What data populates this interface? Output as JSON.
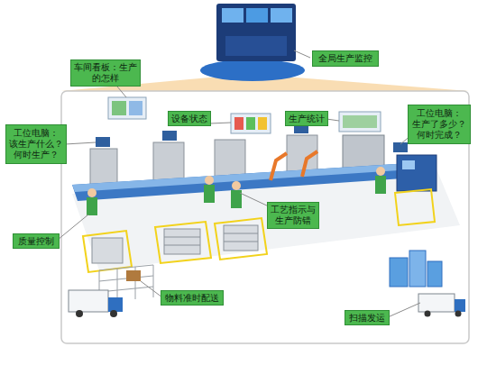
{
  "diagram": {
    "nodes": [
      {
        "text": [
          "全局生产监控"
        ]
      },
      {
        "text": [
          "车间看板：生产 的怎样"
        ]
      },
      {
        "text": [
          "设备状态"
        ]
      },
      {
        "text": [
          "生产统计"
        ]
      },
      {
        "text": [
          "工位电脑： 该生产什么？ 何时生产？"
        ]
      },
      {
        "text": [
          "工位电脑： 生产了多少？ 何时完成？"
        ]
      },
      {
        "text": [
          "工艺指示与 生产防错"
        ]
      },
      {
        "text": [
          "质量控制"
        ]
      },
      {
        "text": [
          "物料准时配送"
        ]
      },
      {
        "text": [
          "扫描发运"
        ]
      }
    ]
  }
}
